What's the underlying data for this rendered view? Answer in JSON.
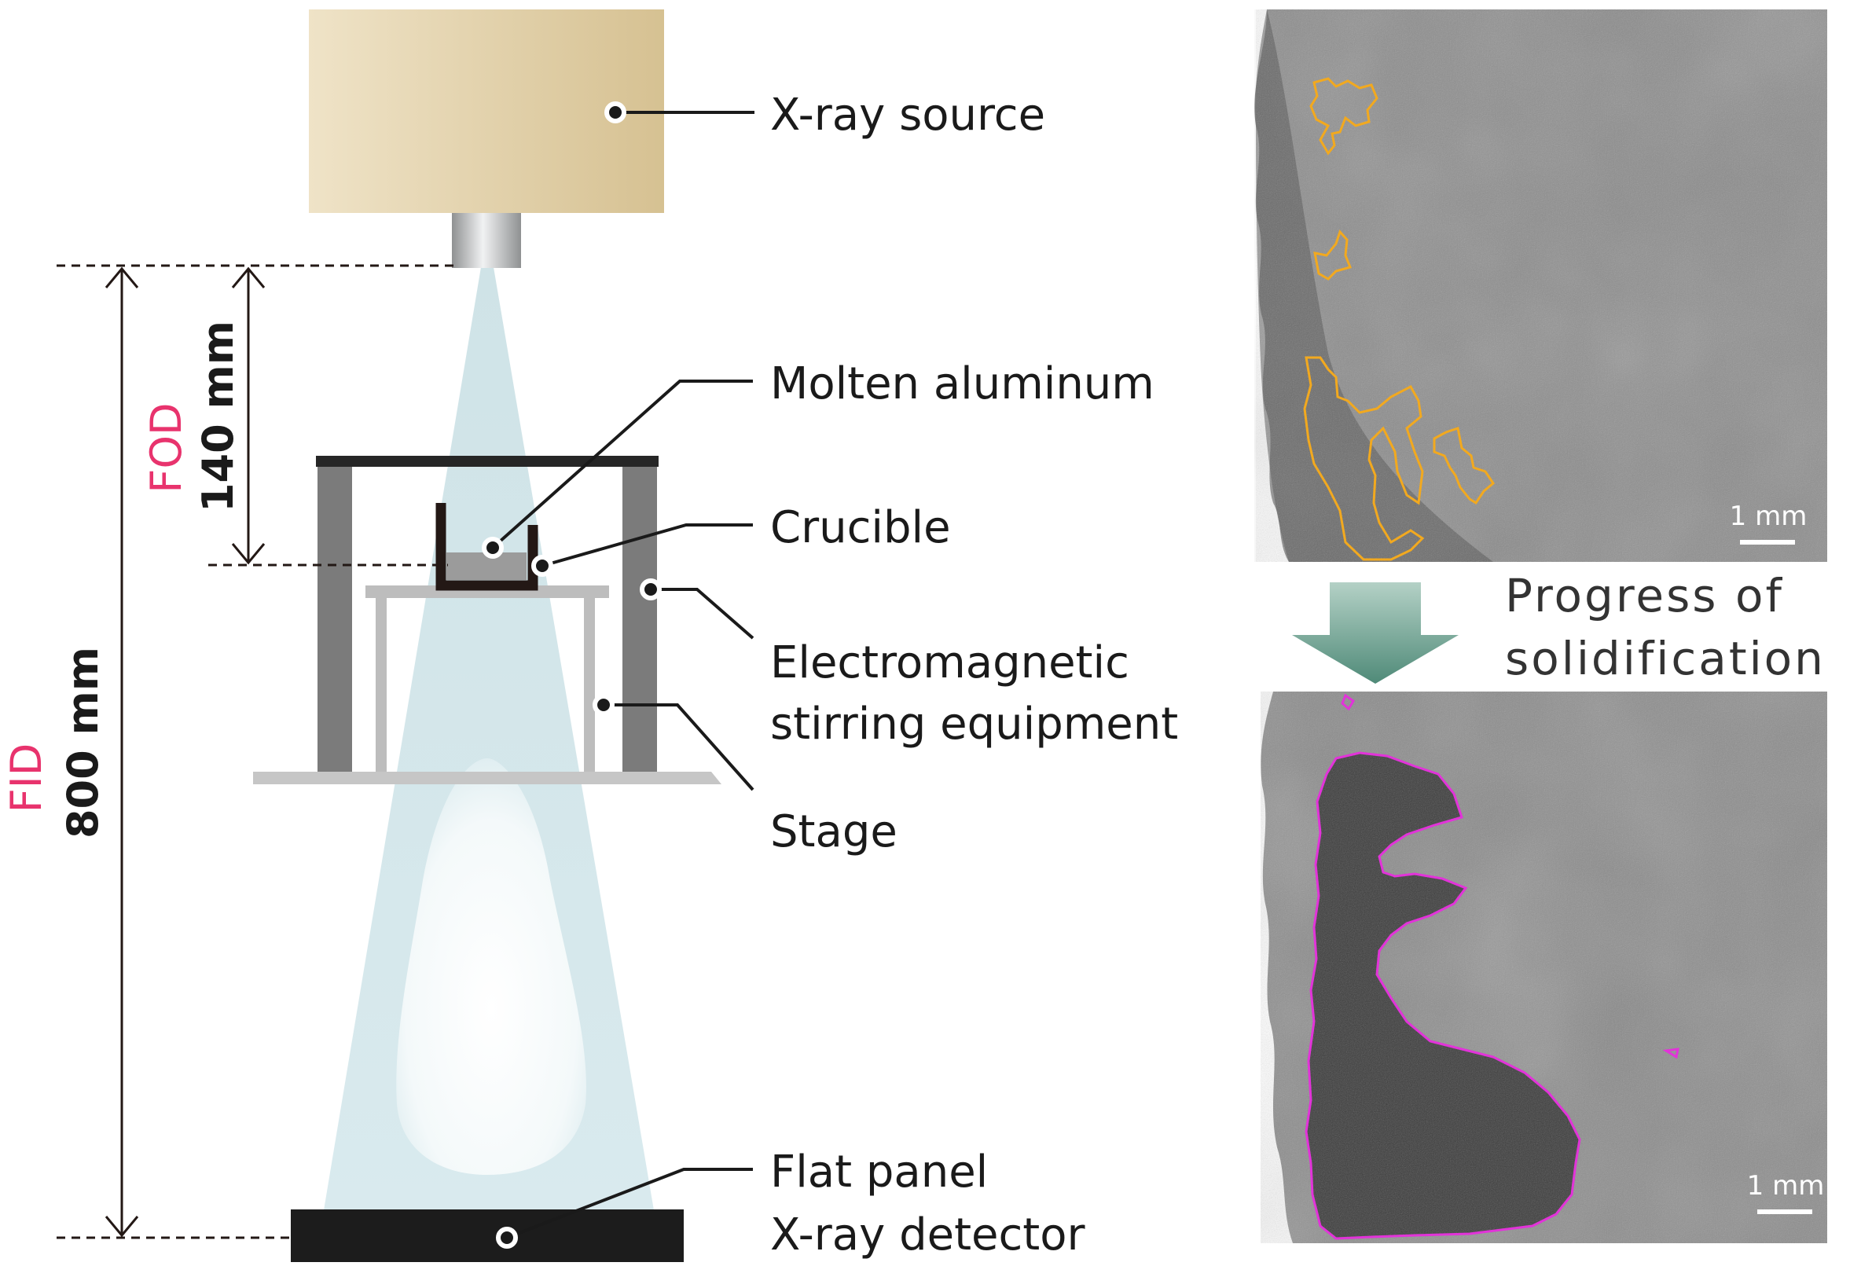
{
  "labels": {
    "xray_source": "X-ray source",
    "molten_aluminum": "Molten aluminum",
    "crucible": "Crucible",
    "em_line1": "Electromagnetic",
    "em_line2": "stirring equipment",
    "stage": "Stage",
    "detector_line1": "Flat panel",
    "detector_line2": "X-ray detector"
  },
  "dimensions": {
    "fod_label": "FOD",
    "fod_value": "140 mm",
    "fid_label": "FID",
    "fid_value": "800 mm"
  },
  "micrographs": {
    "progress_line1": "Progress of",
    "progress_line2": "solidification",
    "scale_top": "1 mm",
    "scale_bottom": "1 mm"
  },
  "colors": {
    "dimension_label": "#e8336d",
    "source_box": "#dcc9a0",
    "beam": "#d6e8ec",
    "arrow": "#6f9e8f",
    "contour_top": "#f2a91f",
    "contour_bottom": "#e233d9"
  }
}
